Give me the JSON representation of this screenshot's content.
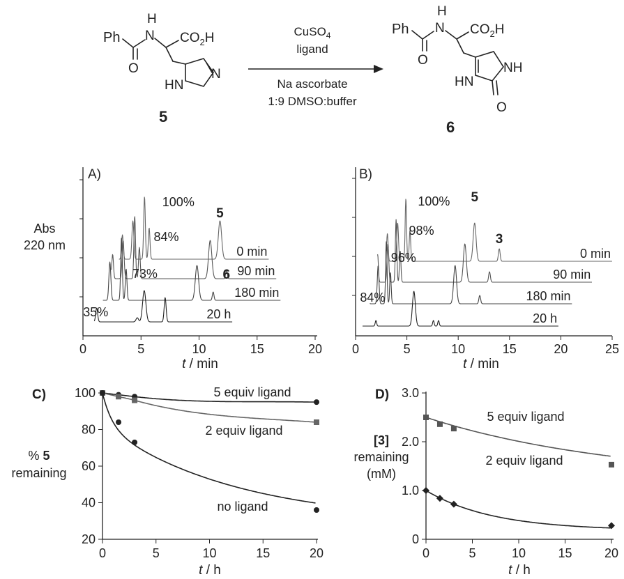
{
  "scheme": {
    "reactant": {
      "ph": "Ph",
      "nh": "H",
      "n": "N",
      "acid": "CO",
      "acid_sub": "2",
      "acid_h": "H",
      "o": "O",
      "ring_n": "N",
      "ring_hn": "HN",
      "label": "5"
    },
    "product": {
      "ph": "Ph",
      "nh": "H",
      "n": "N",
      "acid": "CO",
      "acid_sub": "2",
      "acid_h": "H",
      "o": "O",
      "ring_nh": "NH",
      "ring_hn": "HN",
      "carbonyl_o": "O",
      "label": "6"
    },
    "conditions": {
      "reagent_main": "CuSO",
      "reagent_sub": "4",
      "reagent2": "ligand",
      "reagent3": "Na ascorbate",
      "solvent": "1:9 DMSO:buffer"
    }
  },
  "chart_data": [
    {
      "id": "A",
      "panel_label": "A)",
      "type": "line",
      "subtype": "stacked chromatograms",
      "xlabel_italic": "t",
      "xlabel_rest": " / min",
      "ylabel": [
        "Abs",
        "220 nm"
      ],
      "xlim": [
        0,
        20
      ],
      "xticks": [
        0,
        5,
        10,
        15,
        20
      ],
      "grid": false,
      "traces": [
        {
          "label": "0 min",
          "percent": "100%",
          "end": 16,
          "peaks": [
            [
              2.2,
              0.55,
              0.1
            ],
            [
              3.4,
              0.35,
              0.1
            ],
            [
              4.3,
              0.55,
              0.12
            ],
            [
              5.3,
              0.9,
              0.1
            ],
            [
              5.7,
              0.45,
              0.1
            ],
            [
              11.8,
              0.55,
              0.2
            ]
          ],
          "percent_pos": 9.6,
          "tag": "5",
          "tag_pos": 11.8
        },
        {
          "label": "90 min",
          "percent": "84%",
          "end": 17.5,
          "peaks": [
            [
              2.2,
              0.55,
              0.1
            ],
            [
              3.4,
              0.35,
              0.1
            ],
            [
              4.3,
              0.55,
              0.12
            ],
            [
              5.3,
              0.9,
              0.1
            ],
            [
              5.7,
              0.45,
              0.1
            ],
            [
              11.8,
              0.55,
              0.2
            ],
            [
              13.2,
              0.12,
              0.1
            ]
          ],
          "percent_pos": 9.1,
          "tag": "6",
          "tag_pos": 13.2
        },
        {
          "label": "180 min",
          "percent": "73%",
          "end": 19,
          "peaks": [
            [
              2.2,
              0.55,
              0.1
            ],
            [
              3.4,
              0.35,
              0.1
            ],
            [
              4.3,
              0.55,
              0.12
            ],
            [
              5.3,
              0.9,
              0.1
            ],
            [
              5.7,
              0.45,
              0.1
            ],
            [
              11.8,
              0.5,
              0.2
            ],
            [
              13.2,
              0.12,
              0.1
            ]
          ],
          "percent_pos": 8.4,
          "tag": "",
          "tag_pos": 0
        },
        {
          "label": "20 h",
          "percent": "35%",
          "end": 16,
          "peaks": [
            [
              2.2,
              0.55,
              0.1
            ],
            [
              3.4,
              0.35,
              0.1
            ],
            [
              4.3,
              0.2,
              0.12
            ],
            [
              7.8,
              0.06,
              0.15
            ],
            [
              8.4,
              0.45,
              0.2
            ],
            [
              10.2,
              0.35,
              0.12
            ]
          ],
          "percent_pos": 5.3,
          "tag": "",
          "tag_pos": 0
        }
      ]
    },
    {
      "id": "B",
      "panel_label": "B)",
      "type": "line",
      "subtype": "stacked chromatograms",
      "xlabel_italic": "t",
      "xlabel_rest": " / min",
      "xlim": [
        0,
        25
      ],
      "xticks": [
        0,
        5,
        10,
        15,
        20,
        25
      ],
      "grid": false,
      "traces": [
        {
          "label": "0 min",
          "percent": "100%",
          "end": 25,
          "peaks": [
            [
              2.0,
              0.55,
              0.1
            ],
            [
              3.1,
              0.4,
              0.1
            ],
            [
              4.1,
              0.55,
              0.12
            ],
            [
              4.9,
              0.9,
              0.1
            ],
            [
              5.3,
              0.45,
              0.1
            ],
            [
              11.6,
              0.55,
              0.2
            ],
            [
              14.0,
              0.18,
              0.12
            ]
          ],
          "percent_pos": 9.2,
          "tag": "5",
          "tag_pos": 11.6,
          "tag2": "3",
          "tag2_pos": 14.0
        },
        {
          "label": "90 min",
          "percent": "98%",
          "end": 24,
          "peaks": [
            [
              2.0,
              0.55,
              0.1
            ],
            [
              3.1,
              0.4,
              0.1
            ],
            [
              4.1,
              0.55,
              0.12
            ],
            [
              4.9,
              0.9,
              0.1
            ],
            [
              5.3,
              0.45,
              0.1
            ],
            [
              11.6,
              0.55,
              0.2
            ],
            [
              14.0,
              0.15,
              0.12
            ]
          ],
          "percent_pos": 8.6
        },
        {
          "label": "180 min",
          "percent": "96%",
          "end": 23,
          "peaks": [
            [
              2.0,
              0.55,
              0.1
            ],
            [
              3.1,
              0.4,
              0.1
            ],
            [
              4.1,
              0.55,
              0.12
            ],
            [
              4.9,
              0.9,
              0.1
            ],
            [
              5.3,
              0.45,
              0.1
            ],
            [
              11.6,
              0.55,
              0.2
            ],
            [
              14.0,
              0.12,
              0.12
            ]
          ],
          "percent_pos": 7.8
        },
        {
          "label": "20 h",
          "percent": "84%",
          "end": 22.5,
          "peaks": [
            [
              2.0,
              0.55,
              0.1
            ],
            [
              3.1,
              0.4,
              0.1
            ],
            [
              4.7,
              0.08,
              0.1
            ],
            [
              8.4,
              0.5,
              0.2
            ],
            [
              10.3,
              0.08,
              0.1
            ],
            [
              10.8,
              0.08,
              0.1
            ]
          ],
          "percent_pos": 5.6
        }
      ]
    },
    {
      "id": "C",
      "panel_label": "C)",
      "type": "line",
      "xlabel_italic": "t",
      "xlabel_rest": " / h",
      "ylabel_prefix": "% ",
      "ylabel_bold": "5",
      "ylabel_line2": "remaining",
      "xlim": [
        0,
        20
      ],
      "ylim": [
        20,
        100
      ],
      "xticks": [
        0,
        5,
        10,
        15,
        20
      ],
      "yticks": [
        20,
        40,
        60,
        80,
        100
      ],
      "grid": false,
      "series": [
        {
          "name": "5 equiv ligand",
          "color": "#222222",
          "marker": "circle",
          "x": [
            0,
            1.5,
            3,
            20
          ],
          "y": [
            100,
            99,
            98,
            95
          ]
        },
        {
          "name": "2 equiv ligand",
          "color": "#666666",
          "marker": "square",
          "x": [
            0,
            1.5,
            3,
            20
          ],
          "y": [
            100,
            98,
            96,
            84
          ]
        },
        {
          "name": "no ligand",
          "color": "#222222",
          "marker": "circle",
          "x": [
            0,
            1.5,
            3,
            20
          ],
          "y": [
            100,
            84,
            73,
            36
          ]
        }
      ]
    },
    {
      "id": "D",
      "panel_label": "D)",
      "type": "line",
      "xlabel_italic": "t",
      "xlabel_rest": " / h",
      "ylabel_bold": "[3]",
      "ylabel_line2": "remaining",
      "ylabel_line3": "(mM)",
      "xlim": [
        0,
        20
      ],
      "ylim": [
        0,
        3.0
      ],
      "xticks": [
        0,
        5,
        10,
        15,
        20
      ],
      "yticks": [
        0,
        1.0,
        2.0,
        3.0
      ],
      "ytick_labels": [
        "0",
        "1.0",
        "2.0",
        "3.0"
      ],
      "grid": false,
      "series": [
        {
          "name": "5 equiv ligand",
          "color": "#555555",
          "marker": "square",
          "x": [
            0,
            1.5,
            3,
            20
          ],
          "y": [
            2.5,
            2.36,
            2.27,
            1.53
          ]
        },
        {
          "name": "2 equiv ligand",
          "color": "#222222",
          "marker": "diamond",
          "x": [
            0,
            1.5,
            3,
            20
          ],
          "y": [
            1.0,
            0.84,
            0.72,
            0.28
          ]
        }
      ]
    }
  ]
}
